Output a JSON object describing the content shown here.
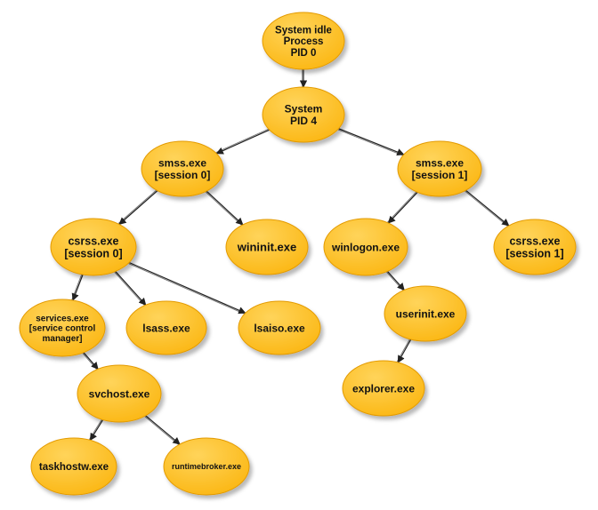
{
  "colors": {
    "node_fill_light": "#ffd45a",
    "node_fill": "#fbb714",
    "node_stroke": "#e39a00",
    "edge": "#222222",
    "background": "#ffffff"
  },
  "nodes": [
    {
      "id": "idle",
      "lines": [
        "System idle",
        "Process",
        "PID 0"
      ]
    },
    {
      "id": "system",
      "lines": [
        "System",
        "PID 4"
      ]
    },
    {
      "id": "smss0",
      "lines": [
        "smss.exe",
        "[session 0]"
      ]
    },
    {
      "id": "smss1",
      "lines": [
        "smss.exe",
        "[session 1]"
      ]
    },
    {
      "id": "csrss0",
      "lines": [
        "csrss.exe",
        "[session 0]"
      ]
    },
    {
      "id": "wininit",
      "lines": [
        "wininit.exe"
      ]
    },
    {
      "id": "winlogon",
      "lines": [
        "winlogon.exe"
      ]
    },
    {
      "id": "csrss1",
      "lines": [
        "csrss.exe",
        "[session 1]"
      ]
    },
    {
      "id": "services",
      "lines": [
        "services.exe",
        "[service control",
        "manager]"
      ]
    },
    {
      "id": "lsass",
      "lines": [
        "lsass.exe"
      ]
    },
    {
      "id": "lsaiso",
      "lines": [
        "lsaiso.exe"
      ]
    },
    {
      "id": "userinit",
      "lines": [
        "userinit.exe"
      ]
    },
    {
      "id": "svchost",
      "lines": [
        "svchost.exe"
      ]
    },
    {
      "id": "explorer",
      "lines": [
        "explorer.exe"
      ]
    },
    {
      "id": "taskhostw",
      "lines": [
        "taskhostw.exe"
      ]
    },
    {
      "id": "runtimebroker",
      "lines": [
        "runtimebroker.exe"
      ]
    }
  ],
  "edges": [
    {
      "from": "idle",
      "to": "system"
    },
    {
      "from": "system",
      "to": "smss0"
    },
    {
      "from": "system",
      "to": "smss1"
    },
    {
      "from": "smss0",
      "to": "csrss0"
    },
    {
      "from": "smss0",
      "to": "wininit"
    },
    {
      "from": "smss1",
      "to": "winlogon"
    },
    {
      "from": "smss1",
      "to": "csrss1"
    },
    {
      "from": "csrss0",
      "to": "services"
    },
    {
      "from": "csrss0",
      "to": "lsass"
    },
    {
      "from": "csrss0",
      "to": "lsaiso"
    },
    {
      "from": "winlogon",
      "to": "userinit"
    },
    {
      "from": "userinit",
      "to": "explorer"
    },
    {
      "from": "services",
      "to": "svchost"
    },
    {
      "from": "svchost",
      "to": "taskhostw"
    },
    {
      "from": "svchost",
      "to": "runtimebroker"
    }
  ]
}
